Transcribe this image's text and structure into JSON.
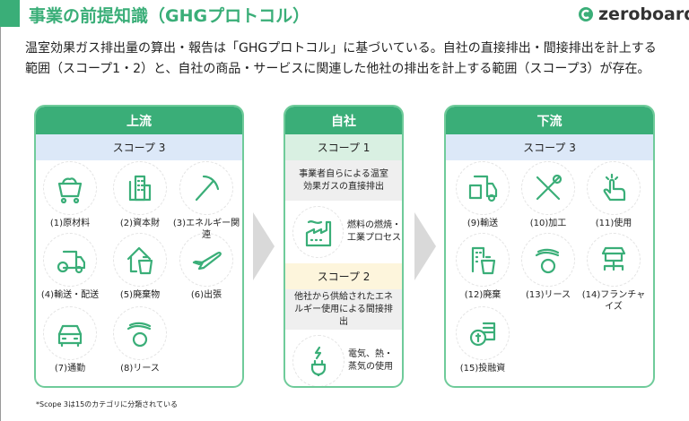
{
  "header": {
    "title": "事業の前提知識（GHGプロトコル）",
    "logo": "zeroboard"
  },
  "intro": [
    "温室効果ガス排出量の算出・報告は「GHGプロトコル」に基づいている。自社の直接排出・間接排出を計上する",
    "範囲（スコープ1・2）と、自社の商品・サービスに関連した他社の排出を計上する範囲（スコープ3）が存在。"
  ],
  "upstream": {
    "title": "上流",
    "scope": "スコープ 3",
    "items": [
      {
        "label": "(1)原材料",
        "icon": "cart-icon"
      },
      {
        "label": "(2)資本財",
        "icon": "building-icon"
      },
      {
        "label": "(3)エネルギー関連",
        "icon": "pickaxe-icon"
      },
      {
        "label": "(4)輸送・配送",
        "icon": "truck-gear-icon"
      },
      {
        "label": "(5)廃棄物",
        "icon": "house-trash-icon"
      },
      {
        "label": "(6)出張",
        "icon": "airplane-icon"
      },
      {
        "label": "(7)通勤",
        "icon": "car-icon"
      },
      {
        "label": "(8)リース",
        "icon": "hand-coin-icon"
      }
    ]
  },
  "own": {
    "title": "自社",
    "scope1": {
      "label": "スコープ 1",
      "desc": "事業者自らによる温室効果ガスの直接排出",
      "item": "燃料の燃焼・工業プロセス",
      "icon": "factory-icon"
    },
    "scope2": {
      "label": "スコープ 2",
      "desc": "他社から供給されたエネルギー使用による間接排出",
      "item": "電気、熱・蒸気の使用",
      "icon": "plug-icon"
    }
  },
  "downstream": {
    "title": "下流",
    "scope": "スコープ 3",
    "items": [
      {
        "label": "(9)輸送",
        "icon": "truck-box-icon"
      },
      {
        "label": "(10)加工",
        "icon": "tools-icon"
      },
      {
        "label": "(11)使用",
        "icon": "hand-pointer-icon"
      },
      {
        "label": "(12)廃棄",
        "icon": "building-trash-icon"
      },
      {
        "label": "(13)リース",
        "icon": "hand-coin-icon"
      },
      {
        "label": "(14)フランチャイズ",
        "icon": "store-network-icon"
      },
      {
        "label": "(15)投融資",
        "icon": "coins-icon"
      }
    ]
  },
  "footnote": "*Scope 3は15のカテゴリに分類されている",
  "colors": {
    "accent": "#3aae78",
    "scope3_band": "#dce8f8",
    "scope1_band": "#d9f0e2",
    "scope2_band": "#fdf5dc"
  }
}
